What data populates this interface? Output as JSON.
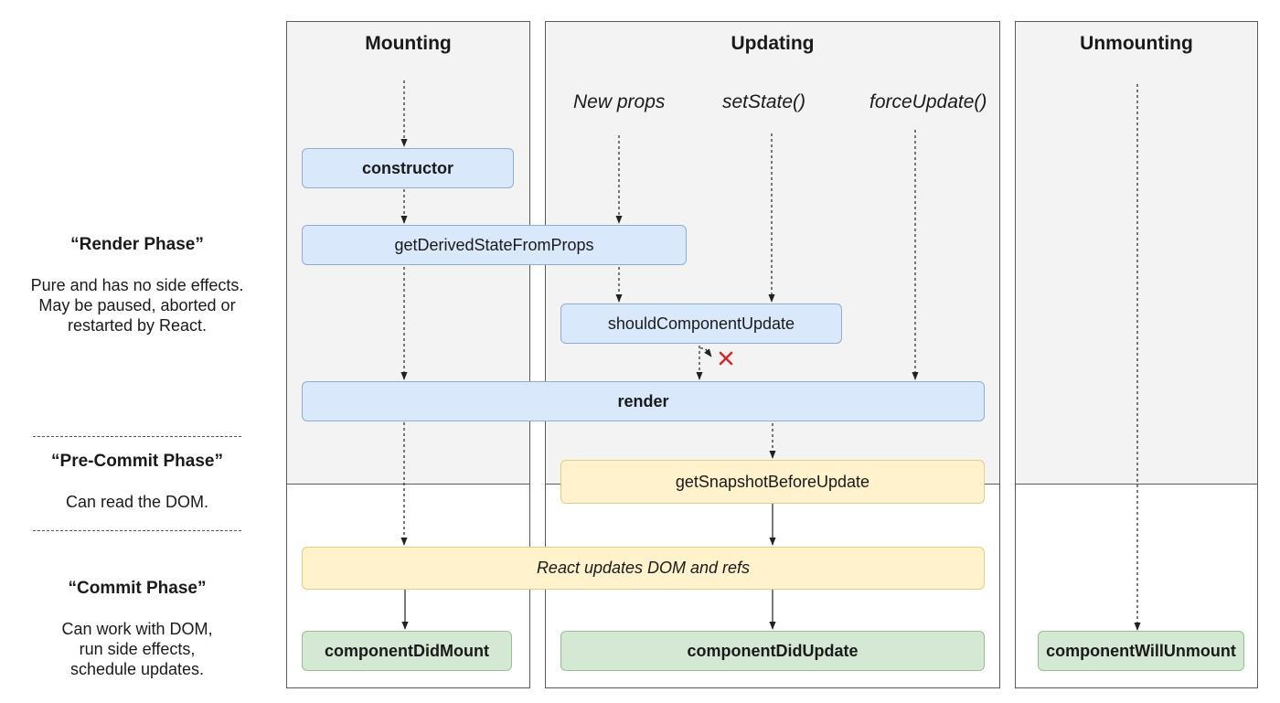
{
  "columns": {
    "mounting": "Mounting",
    "updating": "Updating",
    "unmounting": "Unmounting"
  },
  "triggers": {
    "new_props": "New props",
    "set_state": "setState()",
    "force_update": "forceUpdate()"
  },
  "methods": {
    "constructor": "constructor",
    "get_derived_state": "getDerivedStateFromProps",
    "should_component_update": "shouldComponentUpdate",
    "render": "render",
    "get_snapshot": "getSnapshotBeforeUpdate",
    "react_updates": "React updates DOM and refs",
    "component_did_mount": "componentDidMount",
    "component_did_update": "componentDidUpdate",
    "component_will_unmount": "componentWillUnmount"
  },
  "phases": {
    "render": {
      "title": "“Render Phase”",
      "desc1": "Pure and has no side effects.",
      "desc2": "May be paused, aborted or",
      "desc3": "restarted by React."
    },
    "pre_commit": {
      "title": "“Pre-Commit Phase”",
      "desc1": "Can read the DOM."
    },
    "commit": {
      "title": "“Commit Phase”",
      "desc1": "Can work with DOM,",
      "desc2": "run side effects,",
      "desc3": "schedule updates."
    }
  },
  "colors": {
    "render_box": "#dae8fc",
    "pre_commit_box": "#fff2cc",
    "commit_box": "#d5e8d4",
    "cancel_mark": "#d62728"
  },
  "icons": {
    "cancel": "cross-mark-icon"
  }
}
